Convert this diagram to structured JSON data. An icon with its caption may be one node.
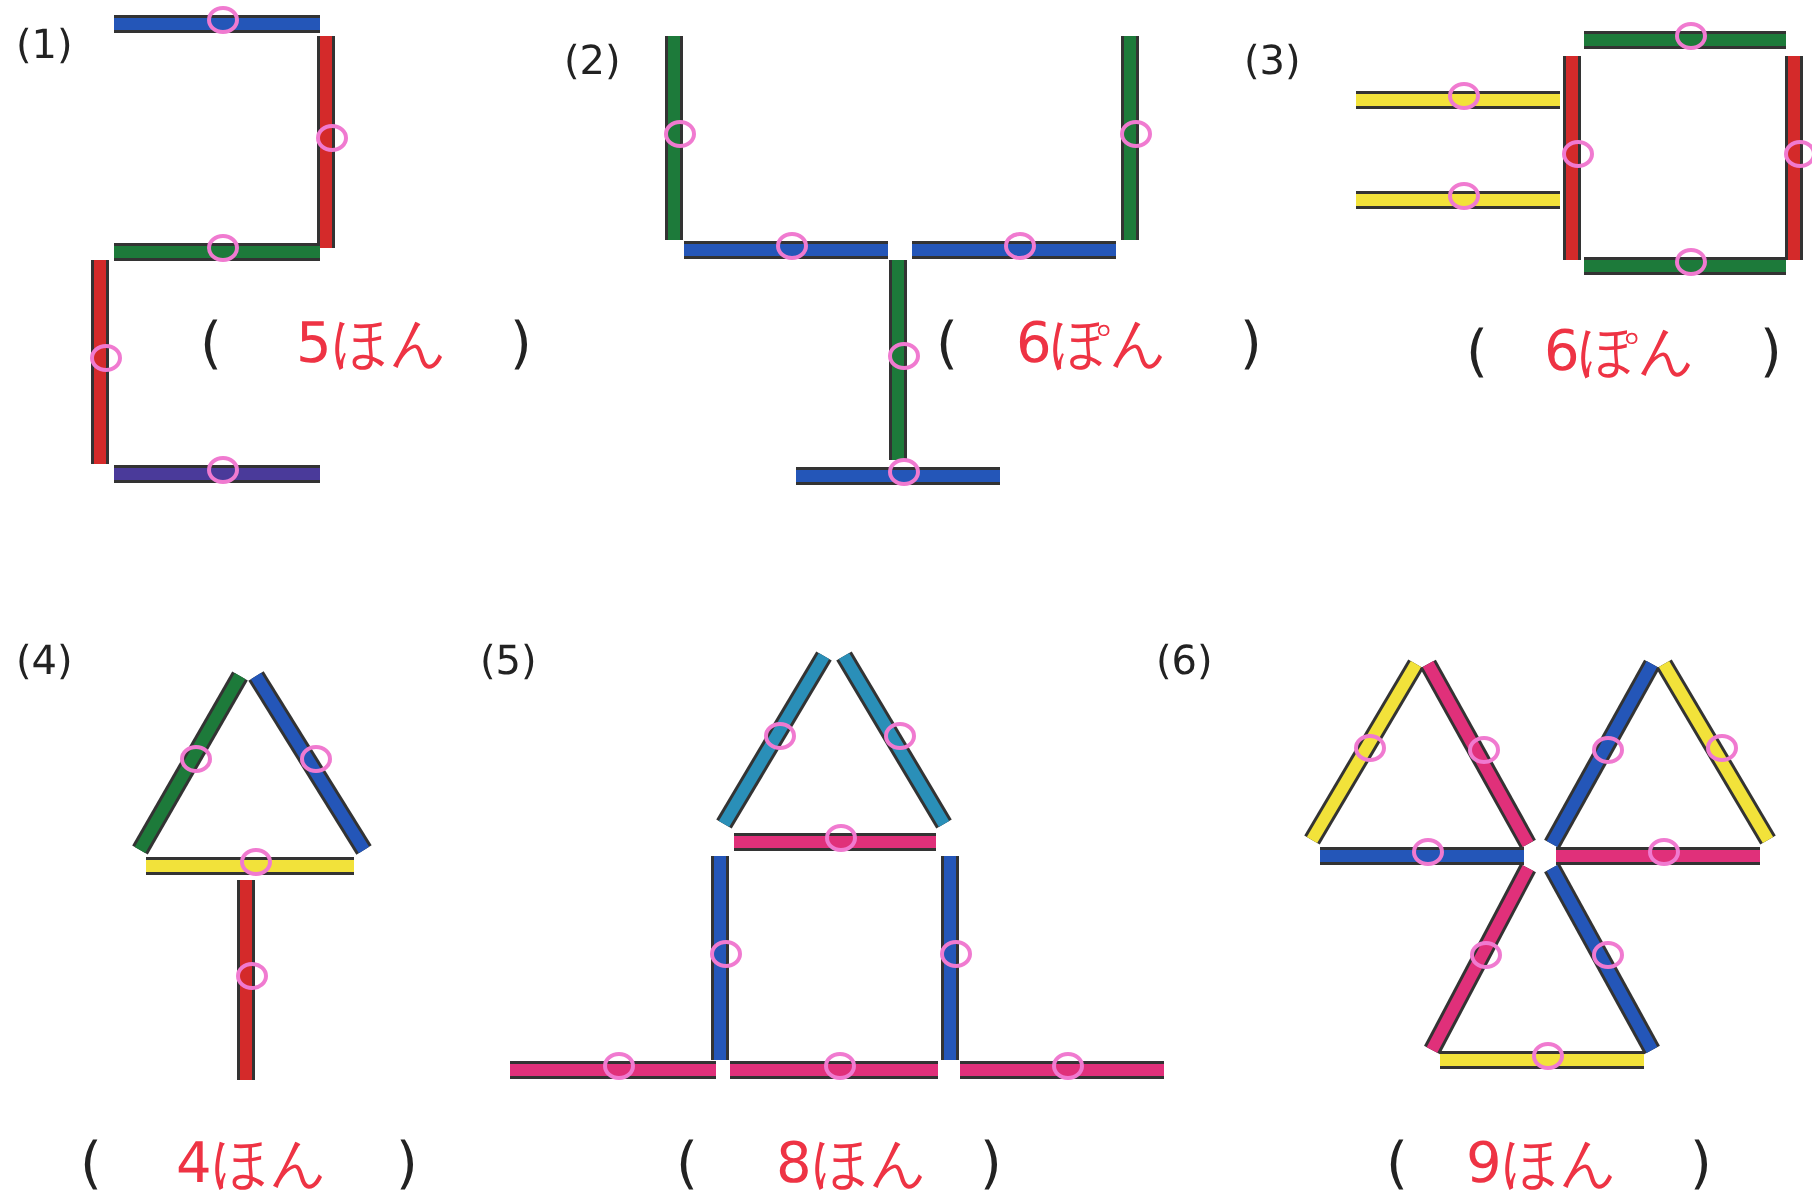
{
  "diagram": {
    "labels": [
      "(1)",
      "(2)",
      "(3)",
      "(",
      "5ほん",
      ")",
      "(",
      "6ぽん",
      ")",
      "(",
      "6ぽん",
      ")",
      "(4)",
      "(5)",
      "(6)",
      "(",
      "4ほん",
      ")",
      "(",
      "8ほん",
      ")",
      "(",
      "9ほん",
      ")"
    ]
  }
}
